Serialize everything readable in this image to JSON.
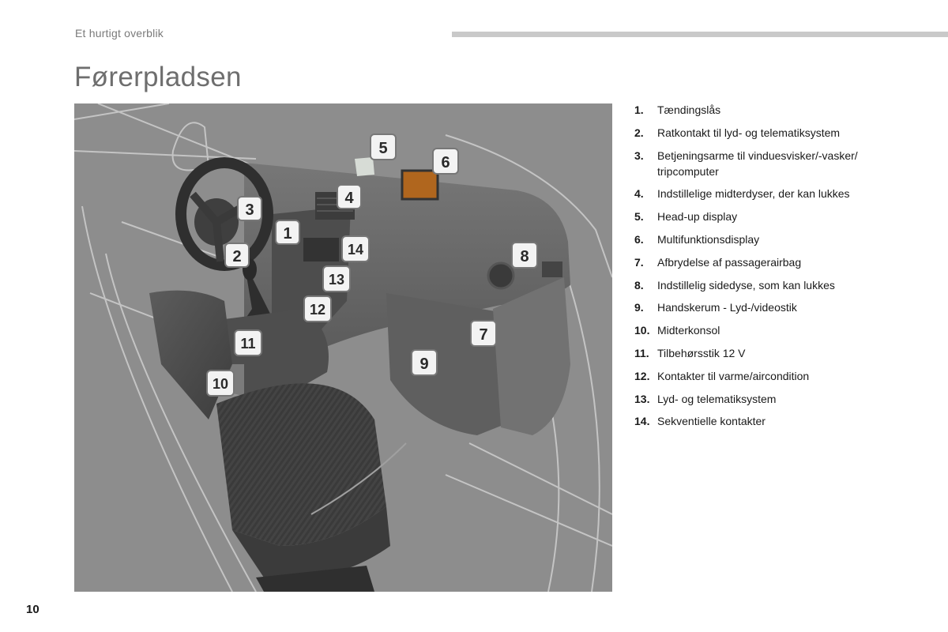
{
  "header": {
    "section": "Et hurtigt overblik",
    "title": "Førerpladsen"
  },
  "callouts": [
    "1",
    "2",
    "3",
    "4",
    "5",
    "6",
    "7",
    "8",
    "9",
    "10",
    "11",
    "12",
    "13",
    "14"
  ],
  "legend": [
    {
      "num": "1.",
      "text": "Tændingslås"
    },
    {
      "num": "2.",
      "text": "Ratkontakt til lyd- og telematiksystem"
    },
    {
      "num": "3.",
      "text": "Betjeningsarme til vinduesvisker/-vasker/ tripcomputer"
    },
    {
      "num": "4.",
      "text": "Indstillelige midterdyser, der kan lukkes"
    },
    {
      "num": "5.",
      "text": "Head-up display"
    },
    {
      "num": "6.",
      "text": "Multifunktionsdisplay"
    },
    {
      "num": "7.",
      "text": "Afbrydelse af passagerairbag"
    },
    {
      "num": "8.",
      "text": "Indstillelig sidedyse, som kan lukkes"
    },
    {
      "num": "9.",
      "text": "Handskerum - Lyd-/videostik"
    },
    {
      "num": "10.",
      "text": "Midterkonsol"
    },
    {
      "num": "11.",
      "text": "Tilbehørsstik 12 V"
    },
    {
      "num": "12.",
      "text": "Kontakter til varme/aircondition"
    },
    {
      "num": "13.",
      "text": "Lyd- og telematiksystem"
    },
    {
      "num": "14.",
      "text": "Sekventielle kontakter"
    }
  ],
  "footer": {
    "page_number": "10"
  },
  "colors": {
    "illustration_background": "#8d8d8d",
    "dashboard": "#6b6b6b",
    "display_screen": "#b0661e",
    "header_rule": "#c9c9c9"
  }
}
